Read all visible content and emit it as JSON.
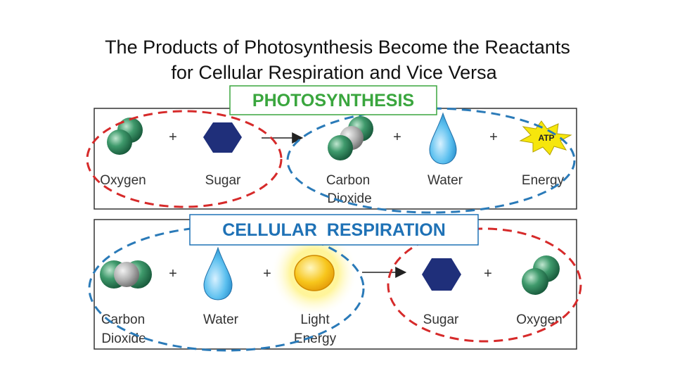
{
  "title": {
    "line1": "The Products of Photosynthesis Become the Reactants",
    "line2": "for Cellular Respiration and Vice Versa"
  },
  "photosynthesis": {
    "heading": "PHOTOSYNTHESIS",
    "oxygen": "Oxygen",
    "sugar": "Sugar",
    "carbon_dioxide_1": "Carbon",
    "carbon_dioxide_2": "Dioxide",
    "water": "Water",
    "energy": "Energy",
    "atp": "ATP"
  },
  "respiration": {
    "heading": "CELLULAR  RESPIRATION",
    "carbon_dioxide_1": "Carbon",
    "carbon_dioxide_2": "Dioxide",
    "water": "Water",
    "light_energy_1": "Light",
    "light_energy_2": "Energy",
    "sugar": "Sugar",
    "oxygen": "Oxygen"
  },
  "plus_sign": "+",
  "colors": {
    "reactant_oval": "#d62a2a",
    "product_oval": "#2a7ab8",
    "photosynthesis_heading": "#3aa63e",
    "respiration_heading": "#1f72b6",
    "sugar_hexagon": "#1f2f7a",
    "oxygen_atom": "#2e8a5c",
    "carbon_atom": "#a8a8a8"
  }
}
